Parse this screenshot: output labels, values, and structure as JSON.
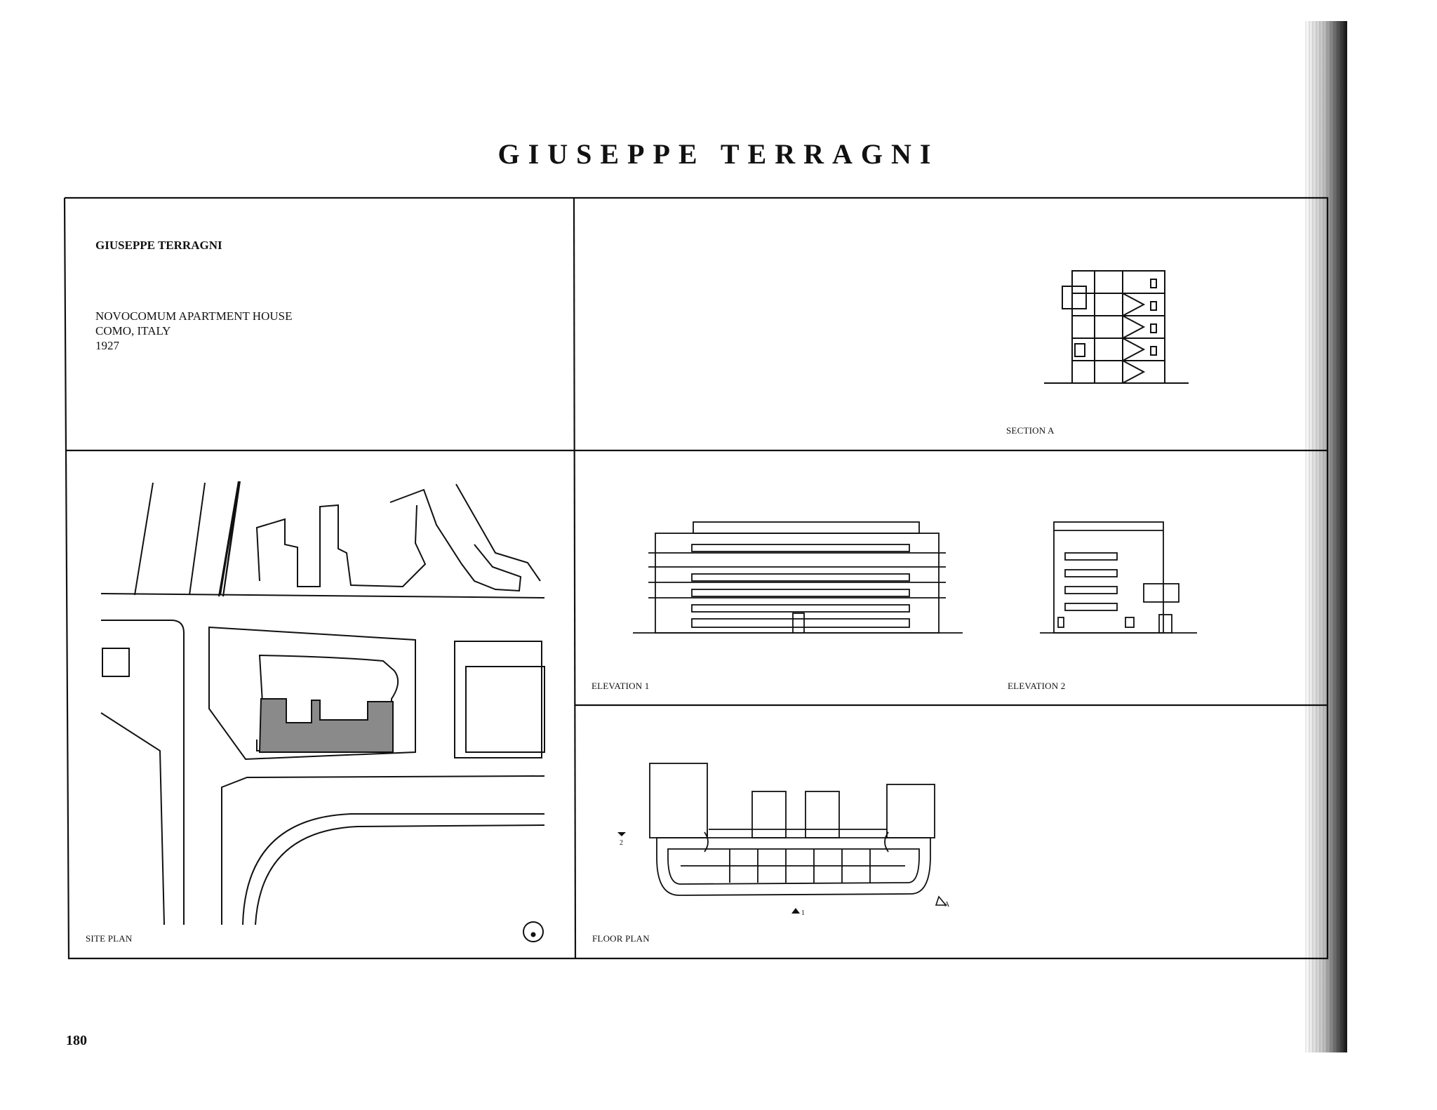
{
  "page": {
    "title": "GIUSEPPE TERRAGNI",
    "page_number": "180"
  },
  "info_panel": {
    "architect": "GIUSEPPE TERRAGNI",
    "project_lines": [
      "NOVOCOMUM APARTMENT HOUSE",
      "COMO, ITALY",
      "1927"
    ]
  },
  "drawings": {
    "section_label": "SECTION A",
    "elevation1_label": "ELEVATION 1",
    "elevation2_label": "ELEVATION 2",
    "site_plan_label": "SITE PLAN",
    "floor_plan_label": "FLOOR PLAN",
    "marker_1": "1",
    "marker_2": "2",
    "marker_a": "A"
  },
  "colors": {
    "ink": "#111111",
    "building_fill": "#8a8a8a",
    "paper": "#ffffff"
  }
}
